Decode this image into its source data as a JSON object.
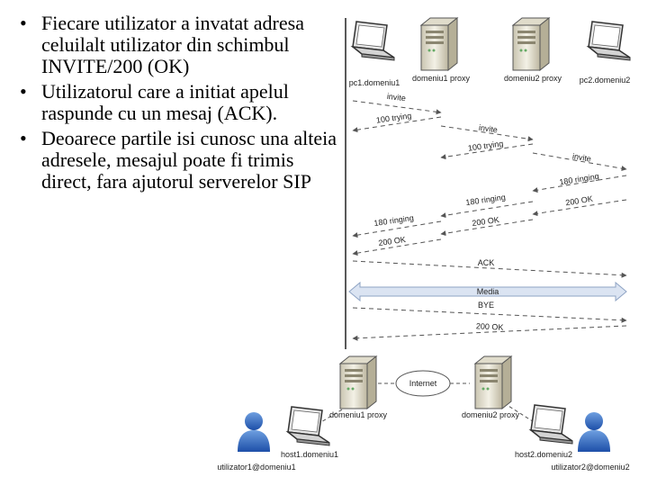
{
  "bullets": [
    "Fiecare utilizator a invatat adresa celuilalt utilizator din schimbul INVITE/200 (OK)",
    "Utilizatorul care a initiat apelul raspunde cu un mesaj (ACK).",
    "Deoarece partile isi cunosc una alteia adresele, mesajul poate fi trimis direct, fara ajutorul serverelor SIP"
  ],
  "sequence": {
    "participants": [
      "pc1.domeniu1",
      "domeniu1 proxy",
      "domeniu2 proxy",
      "pc2.domeniu2"
    ],
    "messages": [
      "invite",
      "100 trying",
      "invite",
      "100 trying",
      "invite",
      "180 ringing",
      "200 OK",
      "180 ringing",
      "200 OK",
      "180 ringing",
      "200 OK",
      "ACK",
      "Media",
      "BYE",
      "200 OK"
    ]
  },
  "topology": {
    "internet": "Internet",
    "proxy1": "domeniu1 proxy",
    "proxy2": "domeniu2 proxy",
    "host1": "host1.domeniu1",
    "host2": "host2.domeniu2",
    "user1": "utilizator1@domeniu1",
    "user2": "utilizator2@domeniu2"
  }
}
